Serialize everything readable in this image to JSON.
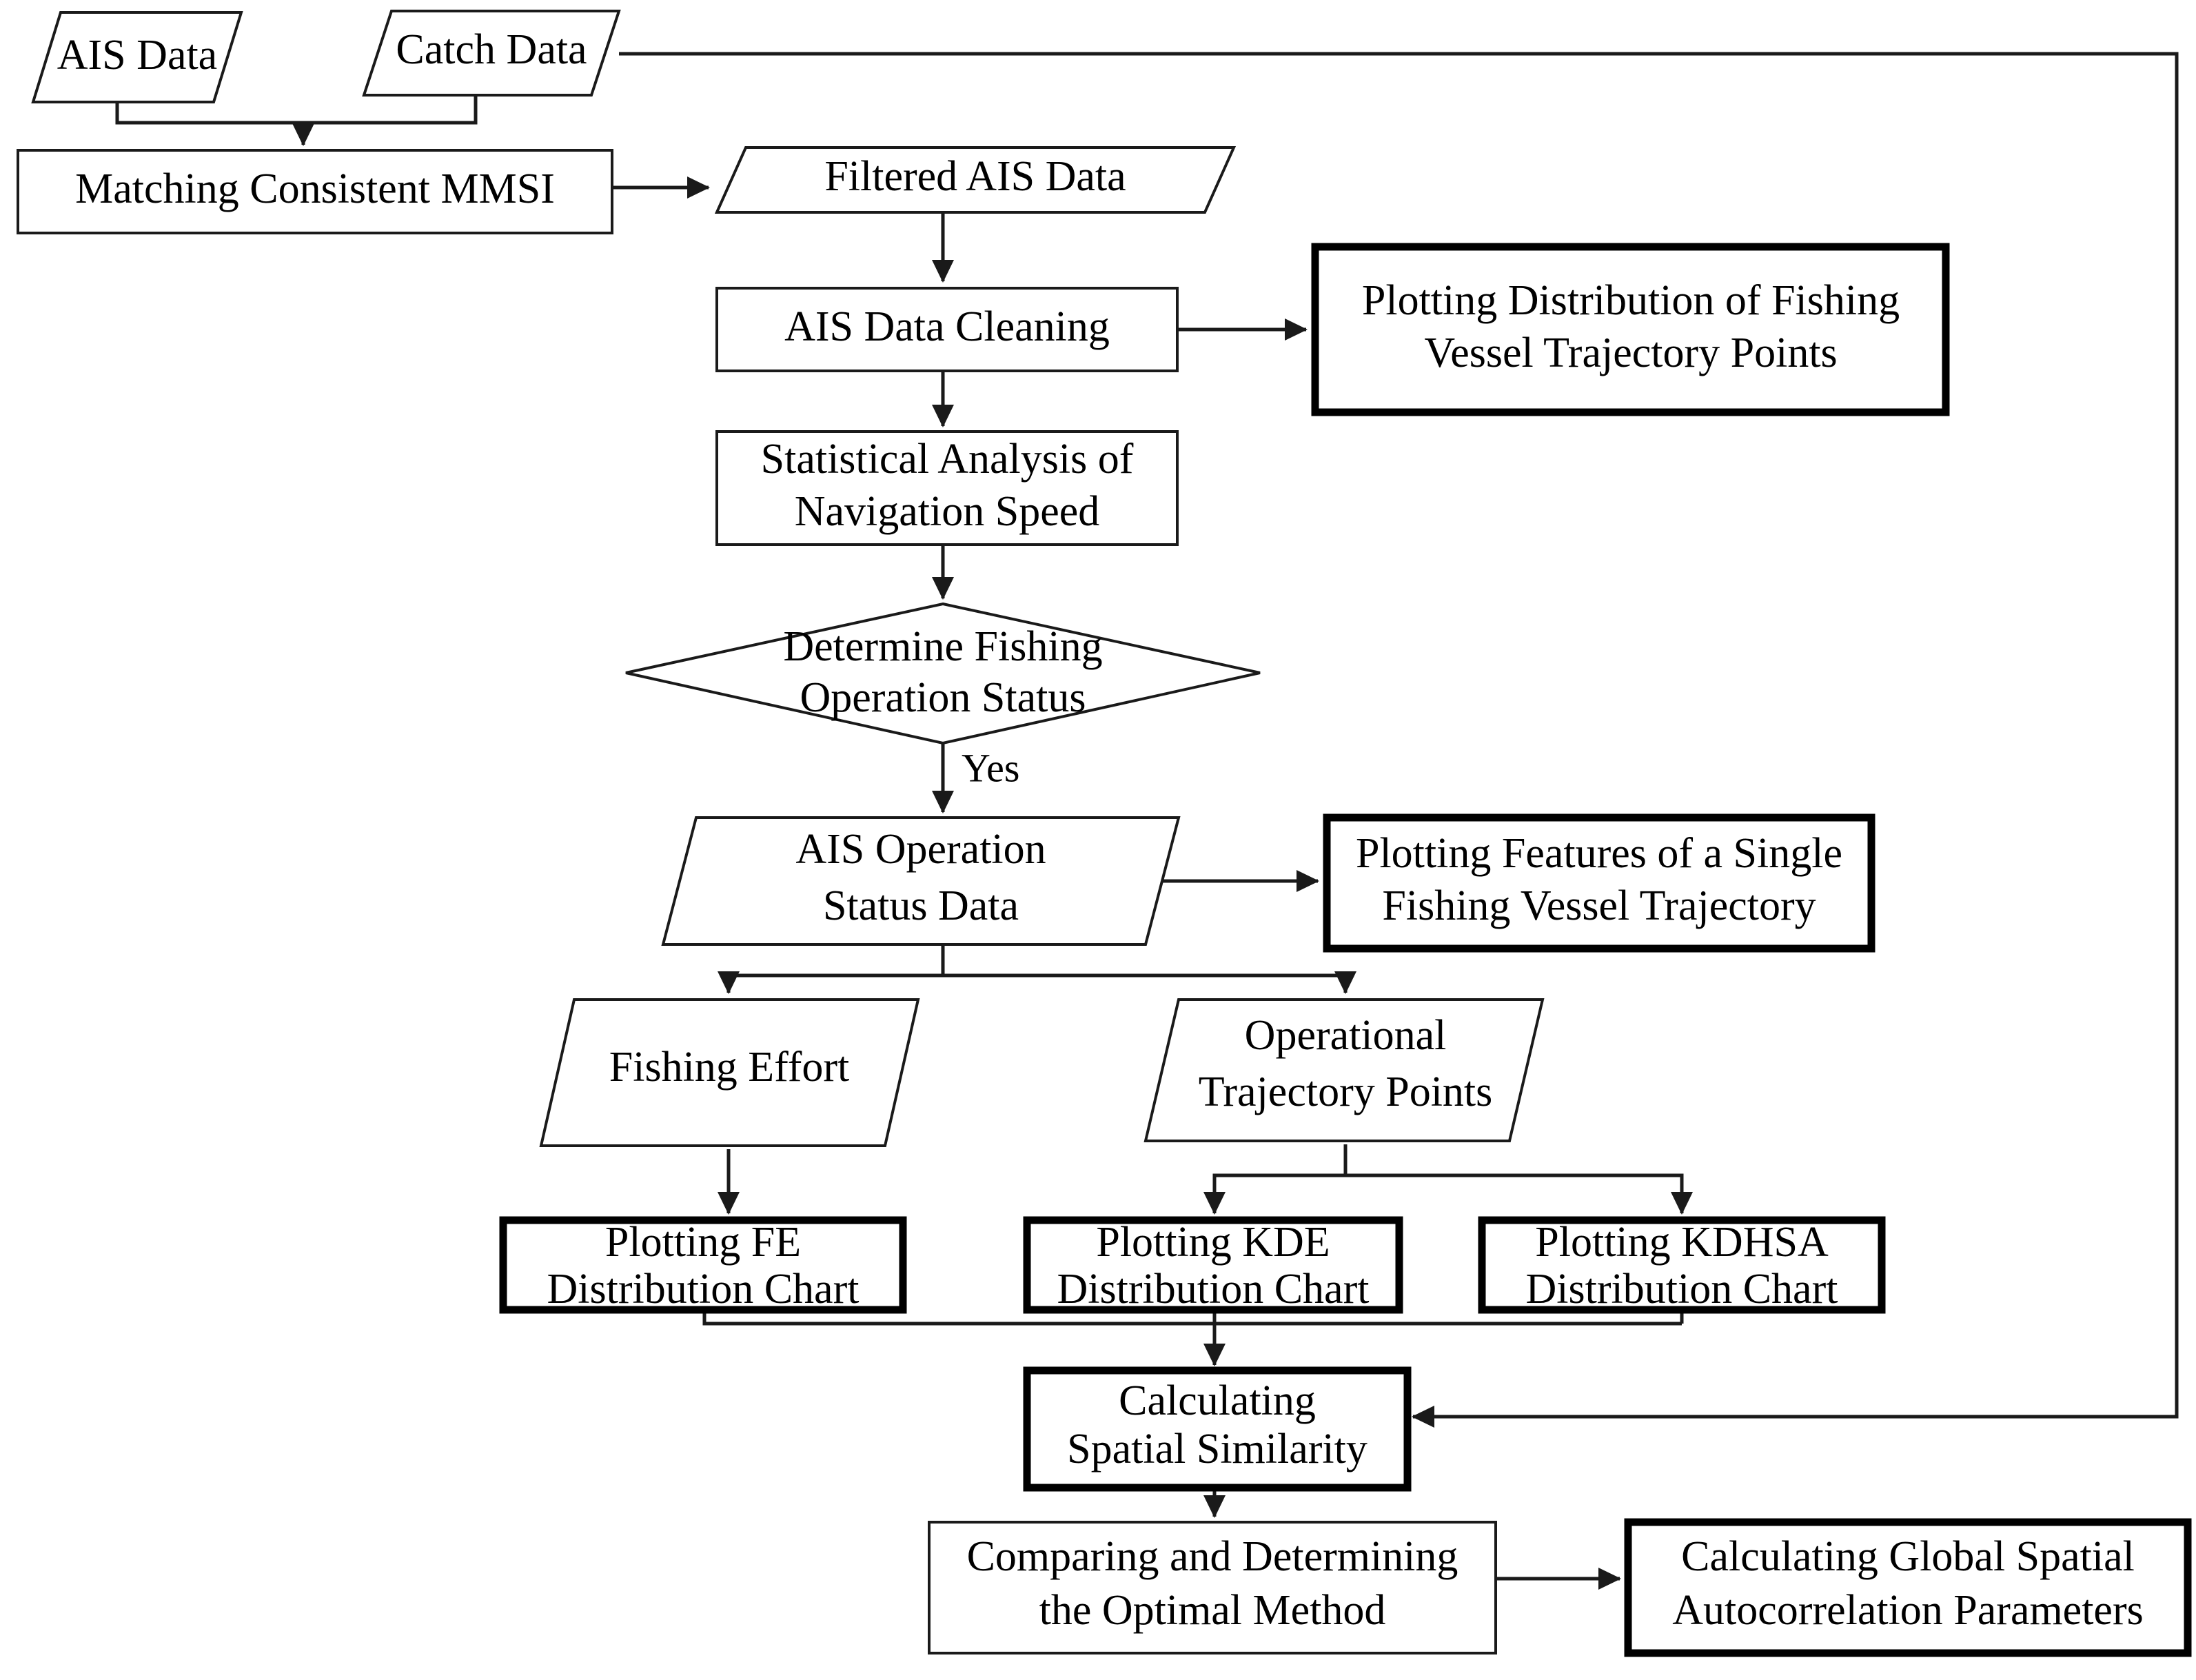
{
  "diagram": {
    "type": "flowchart",
    "orientation": "top-to-bottom",
    "background_color": "#ffffff",
    "line_color": "#1a1a1a",
    "text_color": "#000000",
    "nodes": [
      {
        "id": "ais-data",
        "shape": "parallelogram",
        "lines": [
          "AIS Data"
        ],
        "border": "thin"
      },
      {
        "id": "catch-data",
        "shape": "parallelogram",
        "lines": [
          "Catch Data"
        ],
        "border": "thin"
      },
      {
        "id": "matching-consistent-mmsi",
        "shape": "rectangle",
        "lines": [
          "Matching Consistent MMSI"
        ],
        "border": "thin"
      },
      {
        "id": "filtered-ais-data",
        "shape": "parallelogram",
        "lines": [
          "Filtered AIS Data"
        ],
        "border": "thin"
      },
      {
        "id": "ais-data-cleaning",
        "shape": "rectangle",
        "lines": [
          "AIS Data Cleaning"
        ],
        "border": "thin"
      },
      {
        "id": "plotting-distribution-trajectory-points",
        "shape": "rectangle",
        "lines": [
          "Plotting Distribution of Fishing",
          "Vessel Trajectory Points"
        ],
        "border": "thick"
      },
      {
        "id": "statistical-analysis-navigation-speed",
        "shape": "rectangle",
        "lines": [
          "Statistical Analysis of",
          "Navigation Speed"
        ],
        "border": "thin"
      },
      {
        "id": "determine-fishing-operation-status",
        "shape": "diamond",
        "lines": [
          "Determine Fishing",
          "Operation Status"
        ],
        "border": "thin"
      },
      {
        "id": "ais-operation-status-data",
        "shape": "parallelogram",
        "lines": [
          "AIS Operation",
          "Status Data"
        ],
        "border": "thin"
      },
      {
        "id": "plotting-features-single-vessel-trajectory",
        "shape": "rectangle",
        "lines": [
          "Plotting Features of a Single",
          "Fishing Vessel Trajectory"
        ],
        "border": "thick"
      },
      {
        "id": "fishing-effort",
        "shape": "parallelogram",
        "lines": [
          "Fishing Effort"
        ],
        "border": "thin"
      },
      {
        "id": "operational-trajectory-points",
        "shape": "parallelogram",
        "lines": [
          "Operational",
          "Trajectory Points"
        ],
        "border": "thin"
      },
      {
        "id": "plotting-fe-distribution-chart",
        "shape": "rectangle",
        "lines": [
          "Plotting FE",
          "Distribution Chart"
        ],
        "border": "thick"
      },
      {
        "id": "plotting-kde-distribution-chart",
        "shape": "rectangle",
        "lines": [
          "Plotting KDE",
          "Distribution Chart"
        ],
        "border": "thick"
      },
      {
        "id": "plotting-kdhsa-distribution-chart",
        "shape": "rectangle",
        "lines": [
          "Plotting KDHSA",
          "Distribution Chart"
        ],
        "border": "thick"
      },
      {
        "id": "calculating-spatial-similarity",
        "shape": "rectangle",
        "lines": [
          "Calculating",
          "Spatial Similarity"
        ],
        "border": "thick"
      },
      {
        "id": "comparing-determining-optimal-method",
        "shape": "rectangle",
        "lines": [
          "Comparing and Determining",
          "the Optimal Method"
        ],
        "border": "thin"
      },
      {
        "id": "calculating-global-spatial-autocorrelation",
        "shape": "rectangle",
        "lines": [
          "Calculating Global Spatial",
          "Autocorrelation Parameters"
        ],
        "border": "thick"
      }
    ],
    "edges": [
      {
        "from": "ais-data",
        "to": "matching-consistent-mmsi",
        "label": ""
      },
      {
        "from": "catch-data",
        "to": "matching-consistent-mmsi",
        "label": ""
      },
      {
        "from": "matching-consistent-mmsi",
        "to": "filtered-ais-data",
        "label": ""
      },
      {
        "from": "filtered-ais-data",
        "to": "ais-data-cleaning",
        "label": ""
      },
      {
        "from": "ais-data-cleaning",
        "to": "plotting-distribution-trajectory-points",
        "label": ""
      },
      {
        "from": "ais-data-cleaning",
        "to": "statistical-analysis-navigation-speed",
        "label": ""
      },
      {
        "from": "statistical-analysis-navigation-speed",
        "to": "determine-fishing-operation-status",
        "label": ""
      },
      {
        "from": "determine-fishing-operation-status",
        "to": "ais-operation-status-data",
        "label": "Yes"
      },
      {
        "from": "ais-operation-status-data",
        "to": "plotting-features-single-vessel-trajectory",
        "label": ""
      },
      {
        "from": "ais-operation-status-data",
        "to": "fishing-effort",
        "label": ""
      },
      {
        "from": "ais-operation-status-data",
        "to": "operational-trajectory-points",
        "label": ""
      },
      {
        "from": "fishing-effort",
        "to": "plotting-fe-distribution-chart",
        "label": ""
      },
      {
        "from": "operational-trajectory-points",
        "to": "plotting-kde-distribution-chart",
        "label": ""
      },
      {
        "from": "operational-trajectory-points",
        "to": "plotting-kdhsa-distribution-chart",
        "label": ""
      },
      {
        "from": "plotting-fe-distribution-chart",
        "to": "calculating-spatial-similarity",
        "label": ""
      },
      {
        "from": "plotting-kde-distribution-chart",
        "to": "calculating-spatial-similarity",
        "label": ""
      },
      {
        "from": "plotting-kdhsa-distribution-chart",
        "to": "calculating-spatial-similarity",
        "label": ""
      },
      {
        "from": "catch-data",
        "to": "calculating-spatial-similarity",
        "label": ""
      },
      {
        "from": "calculating-spatial-similarity",
        "to": "comparing-determining-optimal-method",
        "label": ""
      },
      {
        "from": "comparing-determining-optimal-method",
        "to": "calculating-global-spatial-autocorrelation",
        "label": ""
      }
    ],
    "edge_labels": {
      "decision_yes": "Yes"
    }
  }
}
